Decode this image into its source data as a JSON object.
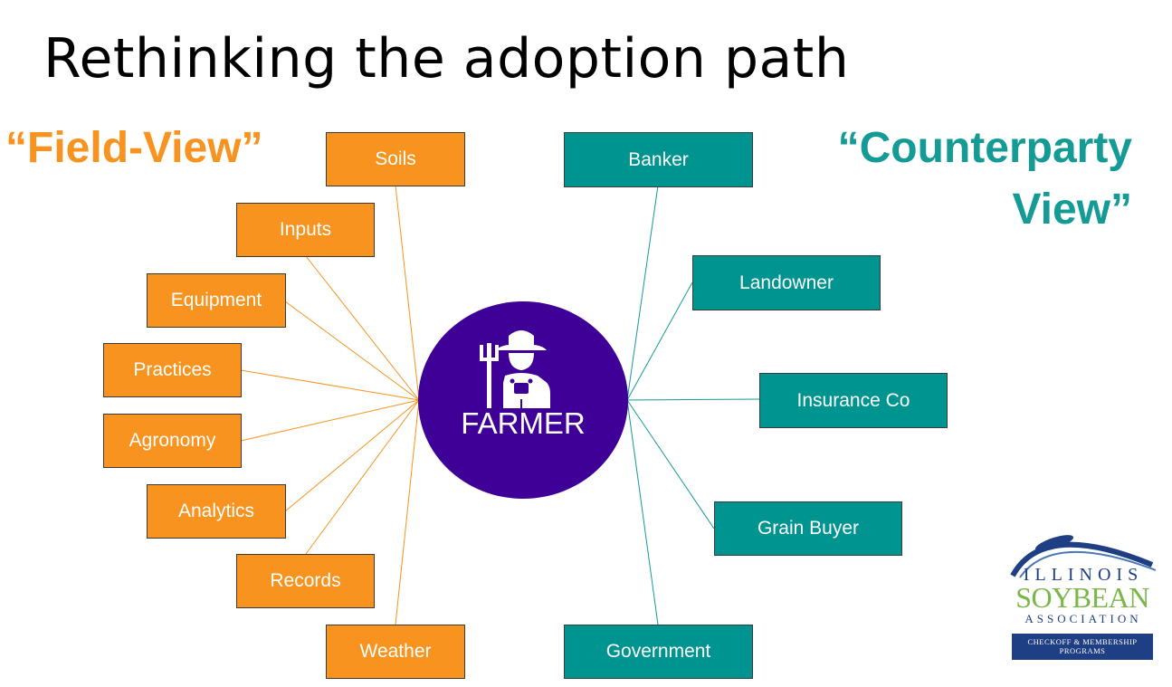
{
  "title": "Rethinking the adoption path",
  "field_view_label": "“Field-View”",
  "counterparty_view_label": [
    "“Counterparty",
    "View”"
  ],
  "center": {
    "label": "FARMER",
    "icon": "farmer-with-pitchfork-icon"
  },
  "left_nodes": [
    "Soils",
    "Inputs",
    "Equipment",
    "Practices",
    "Agronomy",
    "Analytics",
    "Records",
    "Weather"
  ],
  "right_nodes": [
    "Banker",
    "Landowner",
    "Insurance Co",
    "Grain Buyer",
    "Government"
  ],
  "logo": {
    "line1": "ILLINOIS",
    "line2": "SOYBEAN",
    "line3": "ASSOCIATION",
    "box_line1": "CHECKOFF & MEMBERSHIP",
    "box_line2": "PROGRAMS"
  },
  "colors": {
    "field_view": "#F7931E",
    "counterparty_view": "#149B96",
    "left_node_fill": "#F7931E",
    "right_node_fill": "#009490",
    "center_fill": "#3E0096"
  }
}
